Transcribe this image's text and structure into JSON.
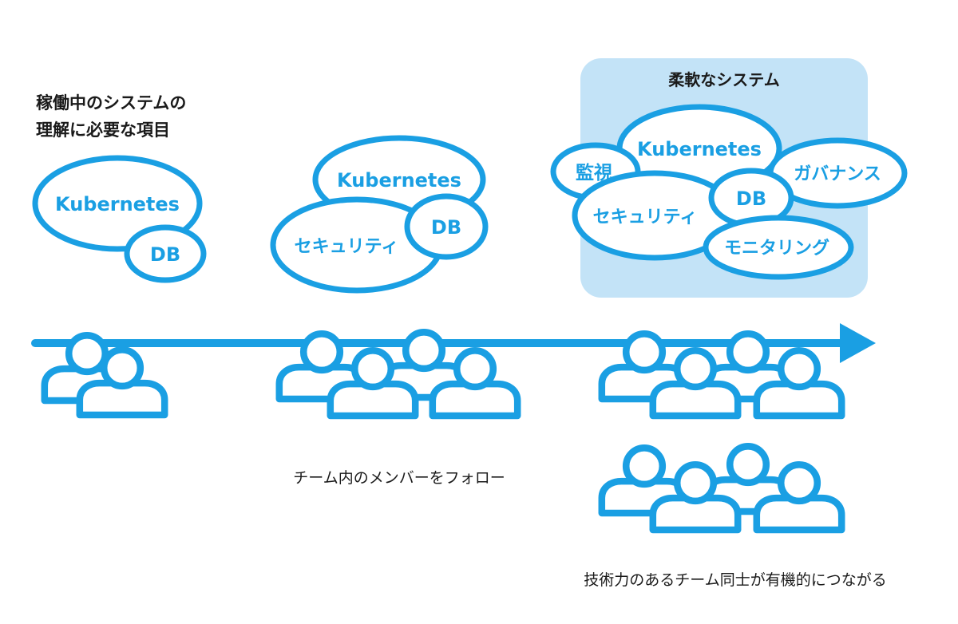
{
  "heading": {
    "line1": "稼働中のシステムの",
    "line2": "理解に必要な項目"
  },
  "flexible_system": {
    "title": "柔軟なシステム"
  },
  "stage1": {
    "bubbles": {
      "kubernetes": "Kubernetes",
      "db": "DB"
    }
  },
  "stage2": {
    "bubbles": {
      "kubernetes": "Kubernetes",
      "security": "セキュリティ",
      "db": "DB"
    },
    "caption": "チーム内のメンバーをフォロー"
  },
  "stage3": {
    "bubbles": {
      "kubernetes": "Kubernetes",
      "monitoring_short": "監視",
      "governance": "ガバナンス",
      "db": "DB",
      "security": "セキュリティ",
      "monitoring": "モニタリング"
    },
    "caption": "技術力のあるチーム同士が有機的につながる"
  },
  "colors": {
    "primary": "#1A9FE3",
    "highlight_bg": "#C3E3F7",
    "text": "#1a1a1a"
  },
  "icons": {
    "timeline_arrow": "arrow-right-icon",
    "person": "person-icon"
  }
}
